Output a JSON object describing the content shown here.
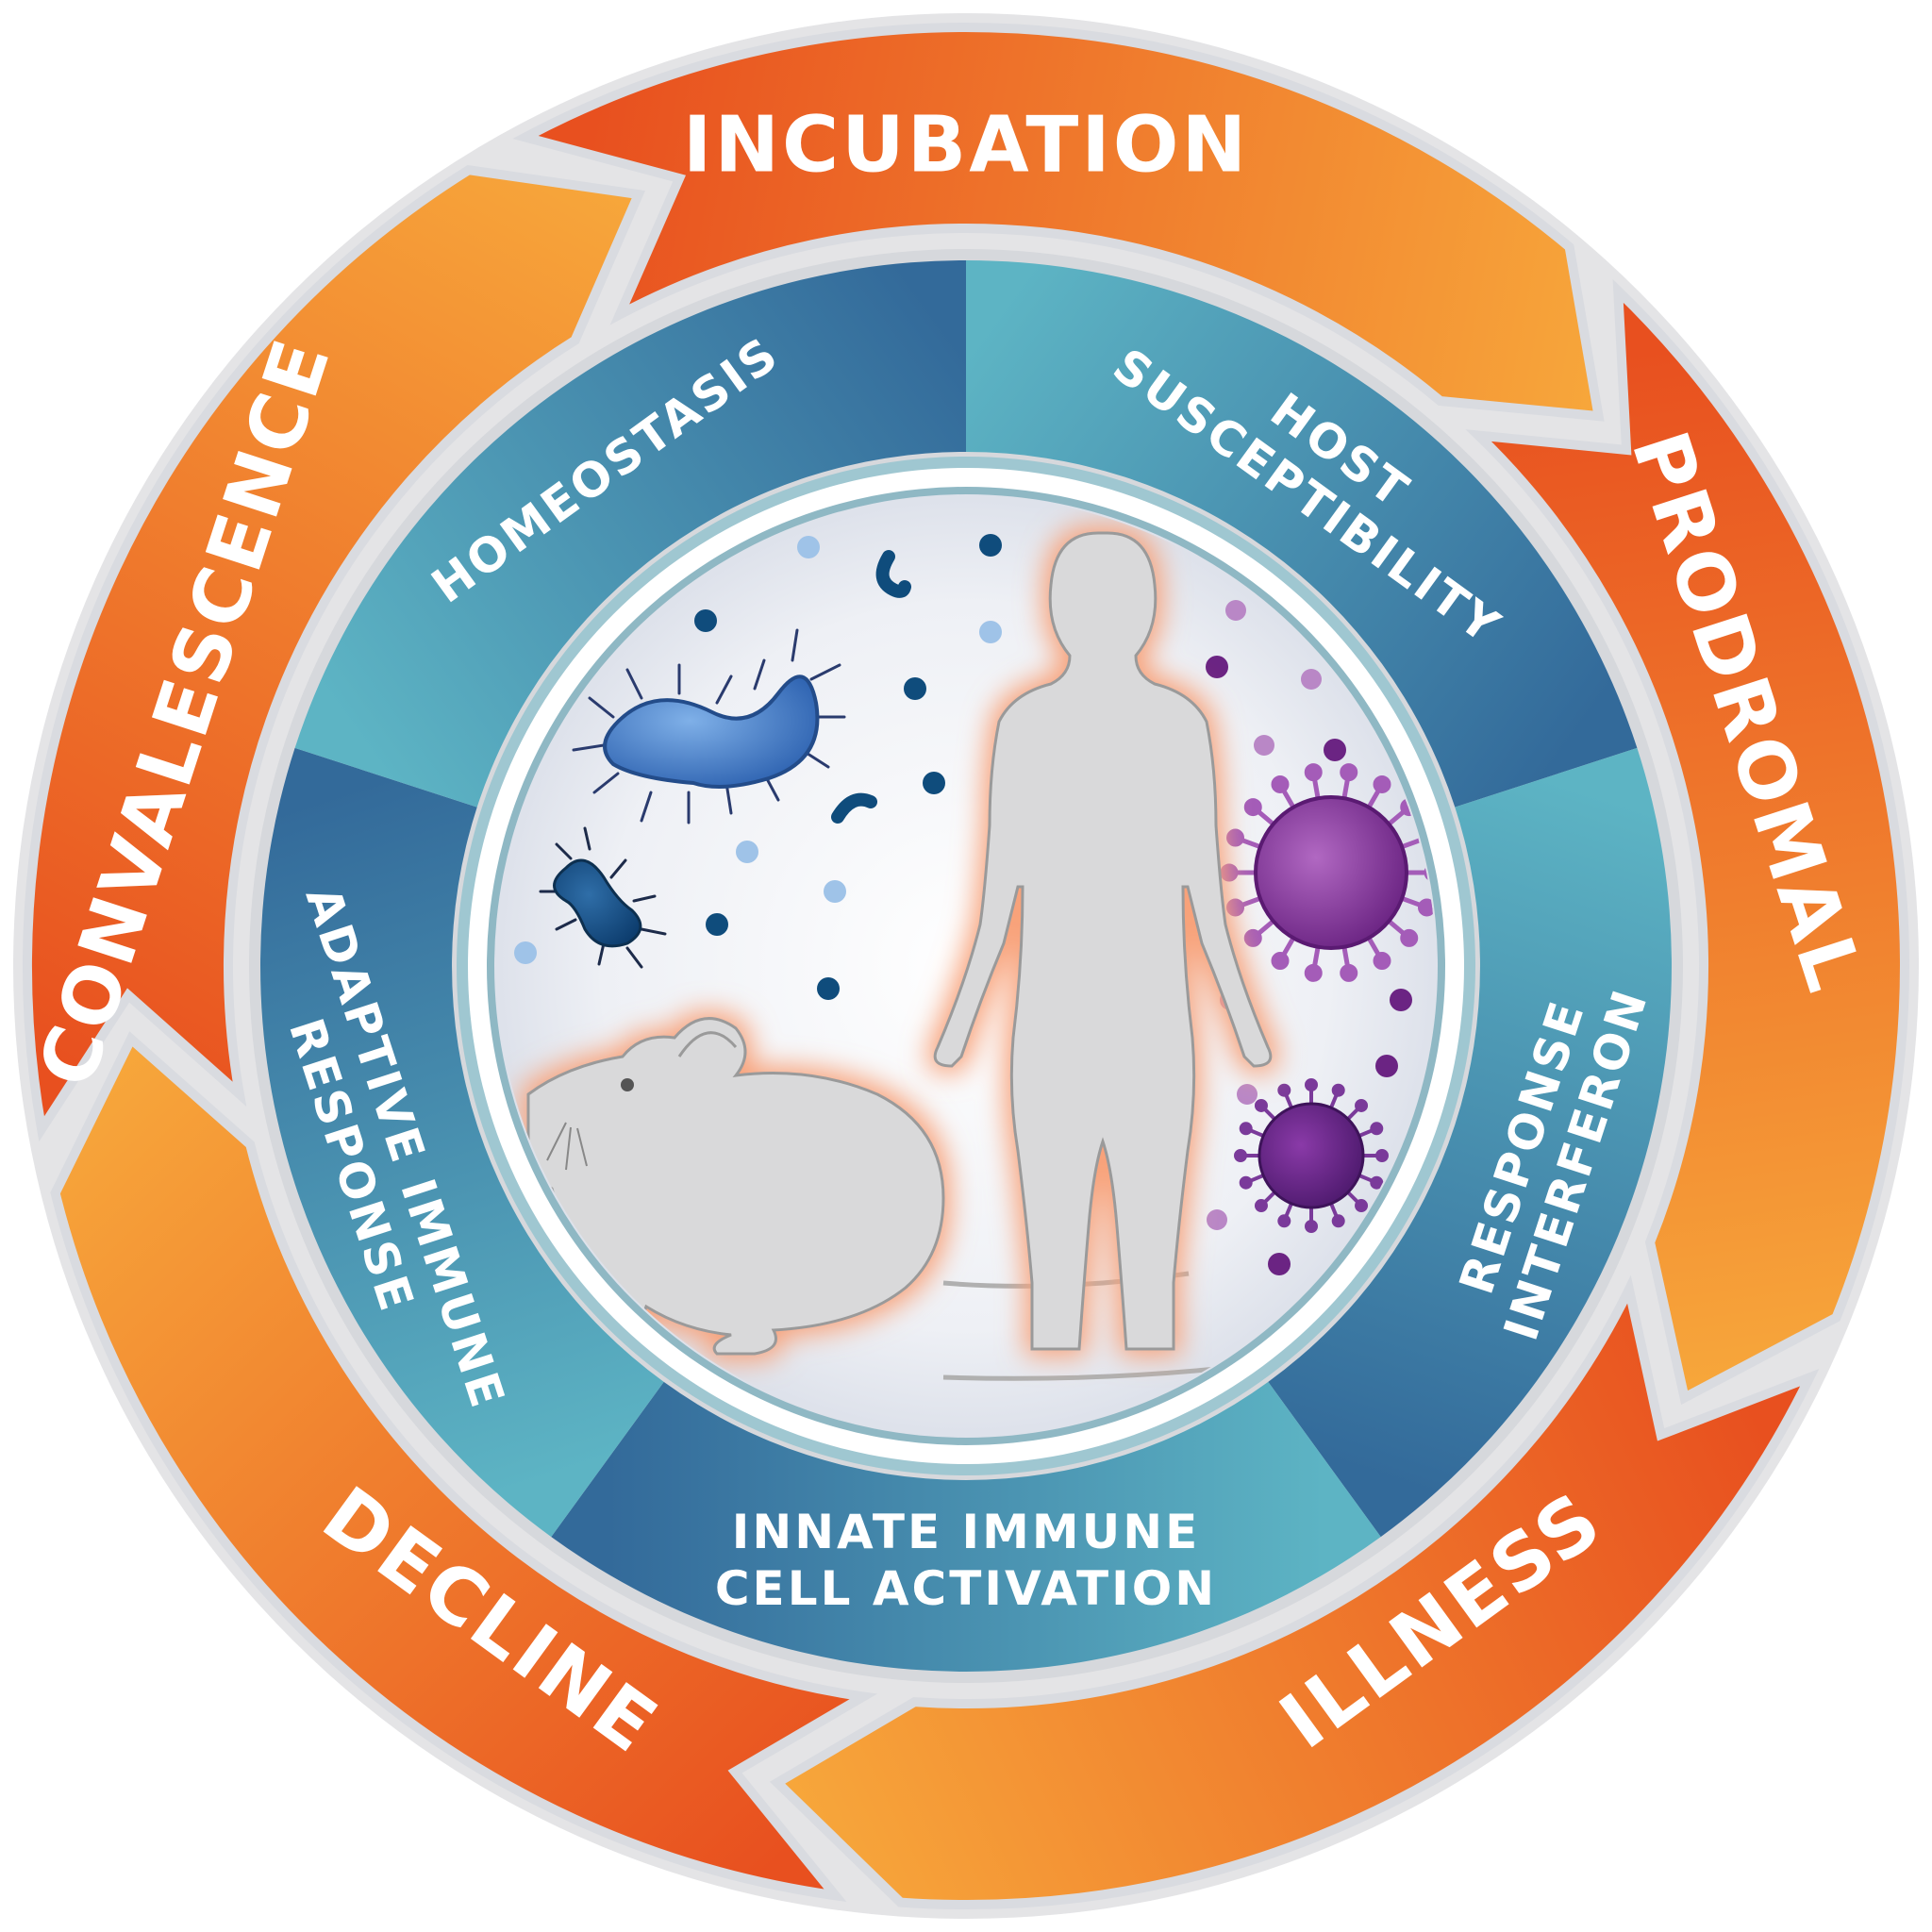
{
  "stages": [
    {
      "id": "incubation",
      "label": "INCUBATION"
    },
    {
      "id": "prodromal",
      "label": "PRODROMAL"
    },
    {
      "id": "illness",
      "label": "ILLNESS"
    },
    {
      "id": "decline",
      "label": "DECLINE"
    },
    {
      "id": "convalescence",
      "label": "CONVALESCENCE"
    }
  ],
  "responses": [
    {
      "id": "host-susceptibility",
      "lines": [
        "HOST",
        "SUSCEPTIBILITY"
      ]
    },
    {
      "id": "interferon-response",
      "lines": [
        "INTERFERON",
        "RESPONSE"
      ]
    },
    {
      "id": "innate-immune",
      "lines": [
        "INNATE IMMUNE",
        "CELL ACTIVATION"
      ]
    },
    {
      "id": "adaptive-immune",
      "lines": [
        "ADAPTIVE IMMUNE",
        "RESPONSE"
      ]
    },
    {
      "id": "homeostasis",
      "lines": [
        "HOMEOSTASIS"
      ]
    }
  ],
  "colors": {
    "orange_dark": "#e8501f",
    "orange_light": "#f7a73b",
    "teal": "#5db4c4",
    "blue": "#336a9a",
    "silhouette": "#d9d9da",
    "glow": "#f8a27a",
    "bacteria": "#3e7bc6",
    "virus": "#7a2d90"
  },
  "icons": [
    "human-silhouette",
    "mouse-silhouette",
    "bacteria-icon",
    "virus-icon"
  ]
}
